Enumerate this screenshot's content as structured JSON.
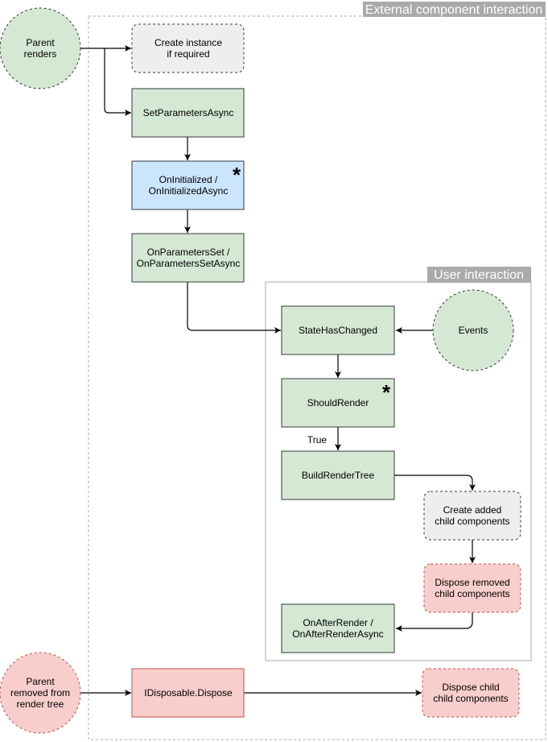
{
  "frames": {
    "external": {
      "title": "External component interaction"
    },
    "user": {
      "title": "User interaction"
    }
  },
  "nodes": {
    "parent_renders": {
      "lines": [
        "Parent",
        "renders"
      ]
    },
    "create_instance": {
      "lines": [
        "Create instance",
        "if required"
      ]
    },
    "set_parameters": {
      "lines": [
        "SetParametersAsync"
      ]
    },
    "on_initialized": {
      "lines": [
        "OnInitialized /",
        "OnInitializedAsync"
      ],
      "marker": "*"
    },
    "on_parameters_set": {
      "lines": [
        "OnParametersSet /",
        "OnParametersSetAsync"
      ]
    },
    "state_has_changed": {
      "lines": [
        "StateHasChanged"
      ]
    },
    "events": {
      "lines": [
        "Events"
      ]
    },
    "should_render": {
      "lines": [
        "ShouldRender"
      ],
      "marker": "*"
    },
    "build_render_tree": {
      "lines": [
        "BuildRenderTree"
      ]
    },
    "create_added": {
      "lines": [
        "Create added",
        "child components"
      ]
    },
    "dispose_removed": {
      "lines": [
        "Dispose removed",
        "child components"
      ]
    },
    "on_after_render": {
      "lines": [
        "OnAfterRender /",
        "OnAfterRenderAsync"
      ]
    },
    "parent_removed": {
      "lines": [
        "Parent",
        "removed from",
        "render tree"
      ]
    },
    "idisposable": {
      "lines": [
        "IDisposable.Dispose"
      ]
    },
    "dispose_child": {
      "lines": [
        "Dispose child",
        "child components"
      ]
    }
  },
  "edge_labels": {
    "true_label": "True"
  },
  "colors": {
    "green_fill": "#d5e8d4",
    "green_stroke": "#82b366",
    "blue_fill": "#cce5ff",
    "blue_stroke": "#36393d",
    "gray_fill": "#eeeeee",
    "gray_stroke": "#36393d",
    "red_fill": "#f8cecc",
    "red_stroke": "#b85450",
    "frame_stroke": "#aaaaaa",
    "frame_title_bg": "#aaaaaa"
  }
}
